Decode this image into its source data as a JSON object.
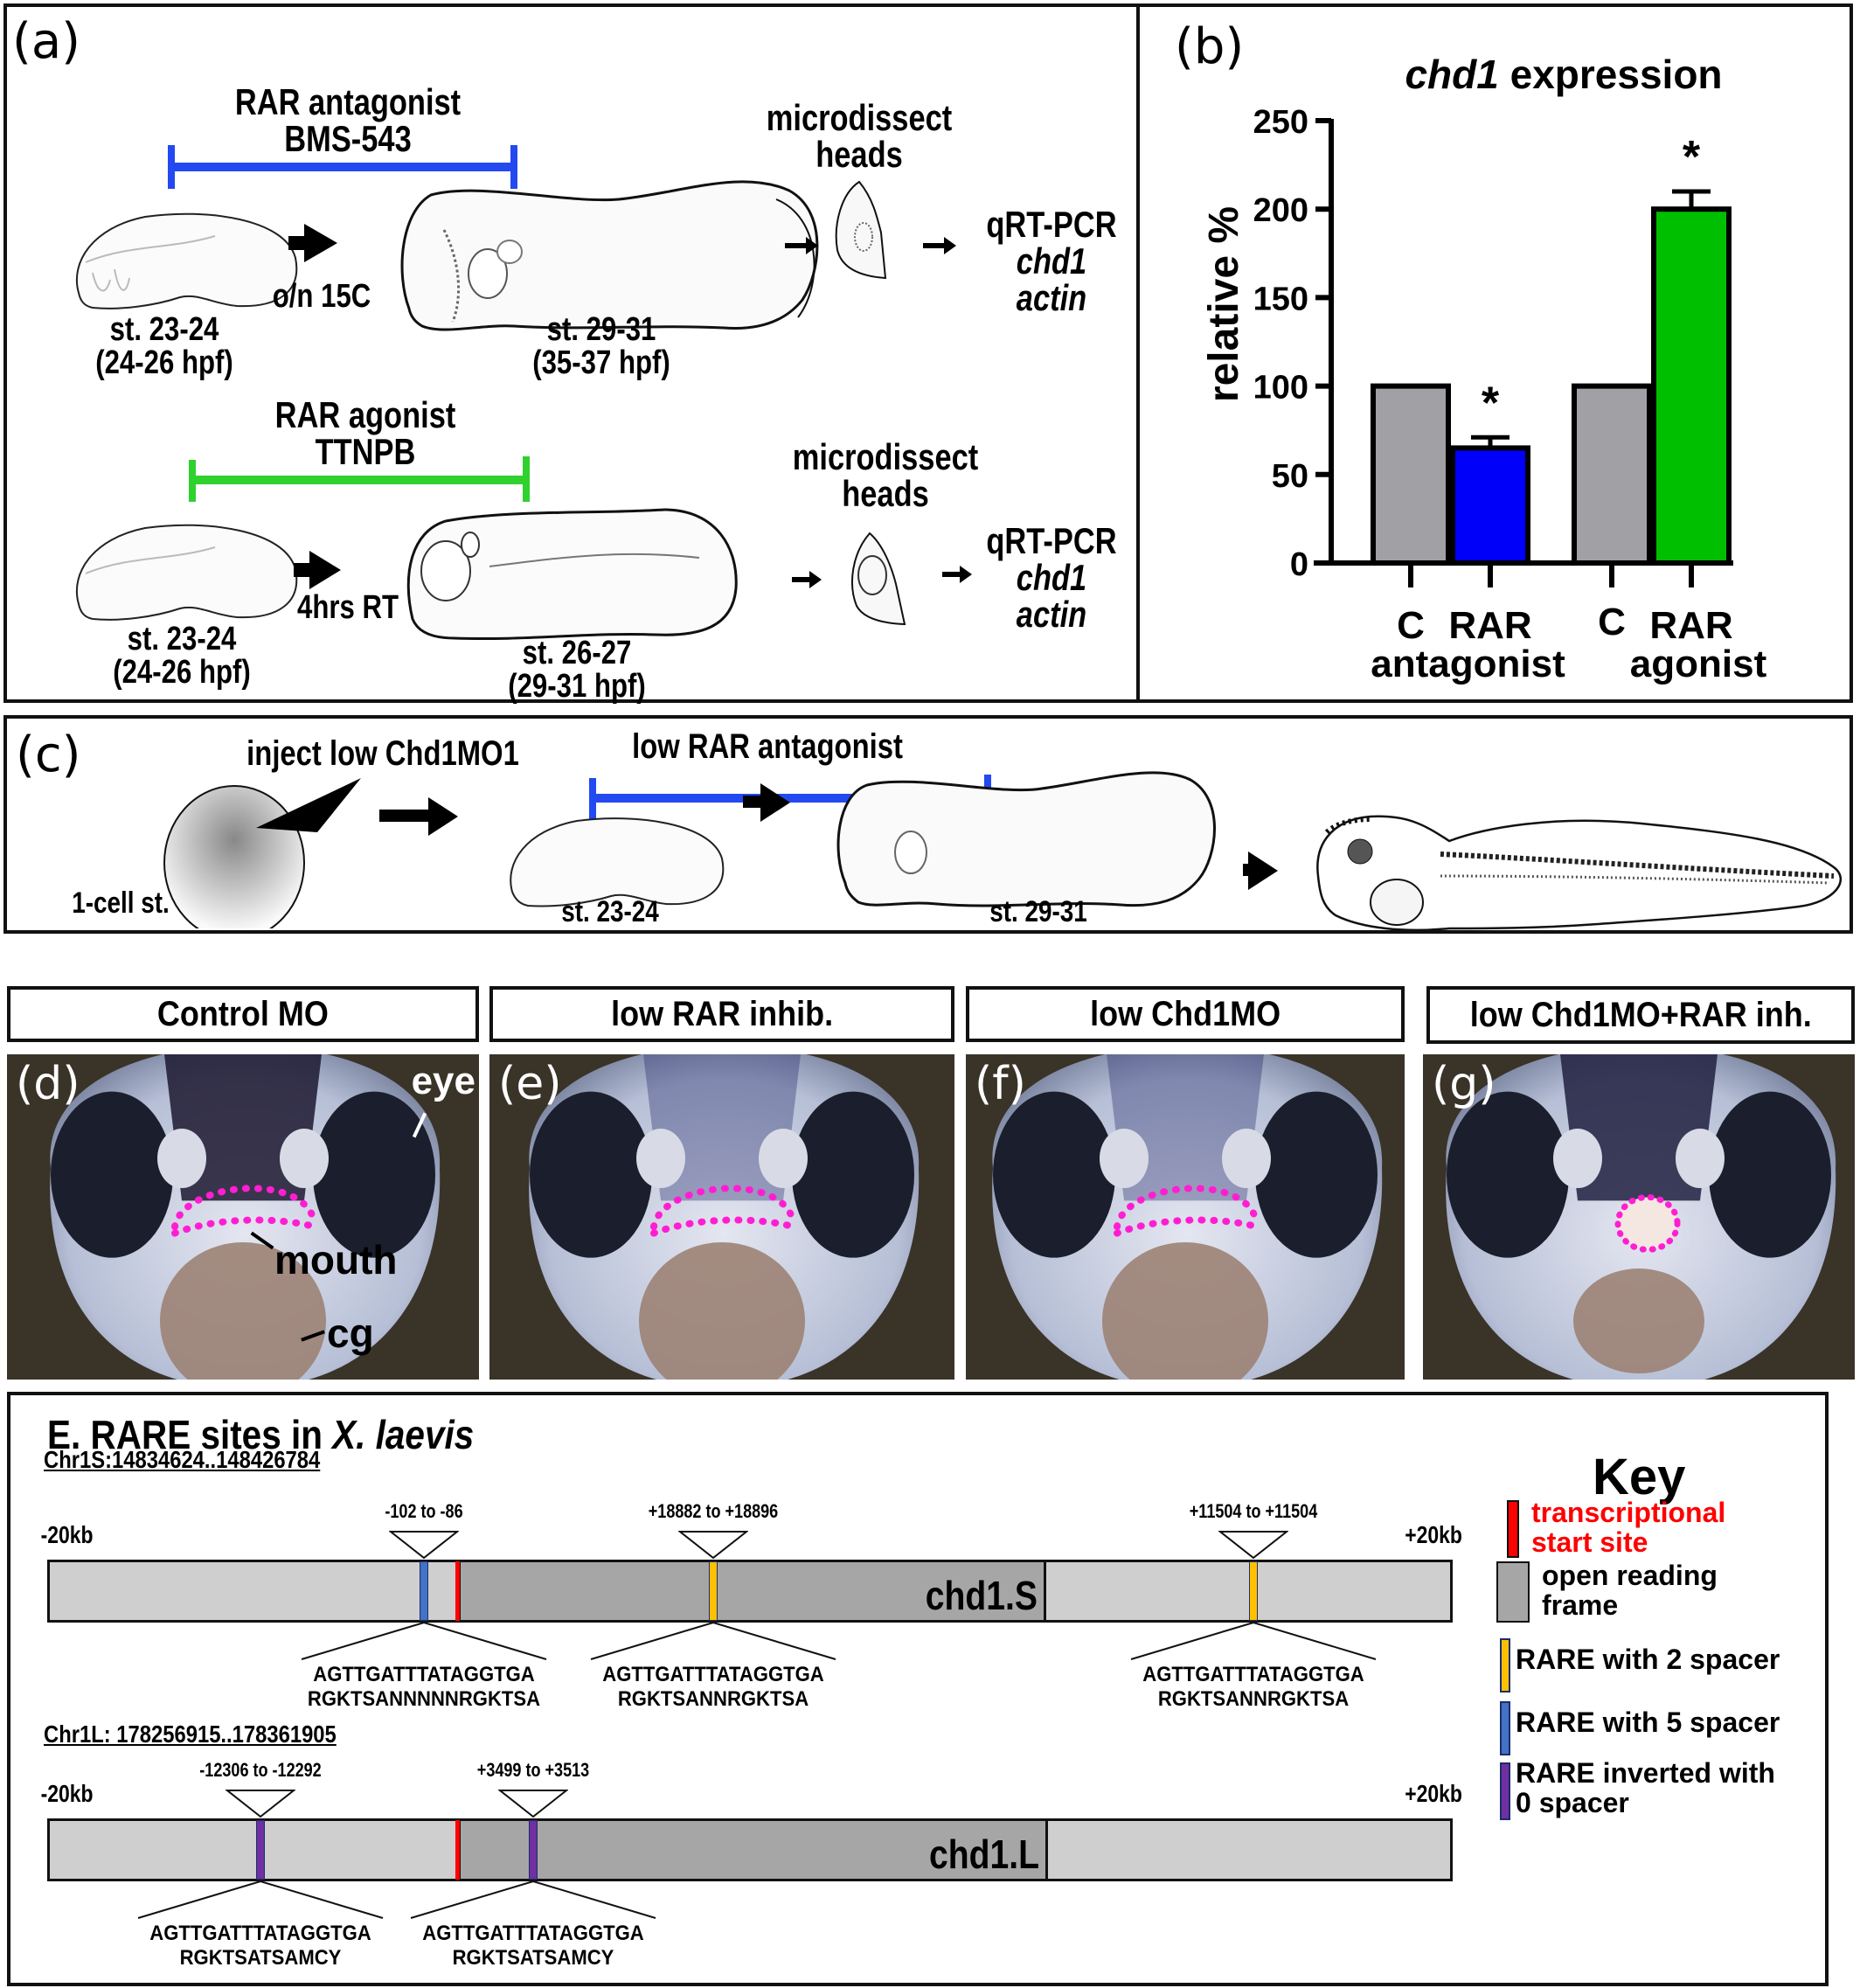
{
  "panel_a": {
    "label": "(a)",
    "top_row": {
      "treatment_title": "RAR antagonist",
      "treatment_drug": "BMS-543",
      "treatment_color": "#2349f0",
      "start_stage": "st. 23-24",
      "start_hpf": "(24-26 hpf)",
      "incubation": "o/n 15C",
      "end_stage": "st. 29-31",
      "end_hpf": "(35-37 hpf)",
      "dissect_line1": "microdissect",
      "dissect_line2": "heads",
      "assay": "qRT-PCR",
      "gene1": "chd1",
      "gene2": "actin"
    },
    "bottom_row": {
      "treatment_title": "RAR agonist",
      "treatment_drug": "TTNPB",
      "treatment_color": "#2fd12f",
      "start_stage": "st. 23-24",
      "start_hpf": "(24-26 hpf)",
      "incubation": "4hrs RT",
      "end_stage": "st. 26-27",
      "end_hpf": "(29-31 hpf)",
      "dissect_line1": "microdissect",
      "dissect_line2": "heads",
      "assay": "qRT-PCR",
      "gene1": "chd1",
      "gene2": "actin"
    }
  },
  "panel_b": {
    "label": "(b)",
    "title_italic": "chd1",
    "title_rest": " expression",
    "group_labels": [
      "antagonist",
      "agonist"
    ]
  },
  "chart_data": {
    "type": "bar",
    "title": "chd1 expression",
    "xlabel": "",
    "ylabel": "relative %",
    "ylim": [
      0,
      250
    ],
    "yticks": [
      0,
      50,
      100,
      150,
      200,
      250
    ],
    "grid": false,
    "categories": [
      "C",
      "RAR antagonist",
      "C",
      "RAR agonist"
    ],
    "category_short": [
      "C",
      "RAR",
      "C",
      "RAR"
    ],
    "values": [
      100,
      65,
      100,
      200
    ],
    "error_upper": [
      0,
      6,
      0,
      10
    ],
    "significance": [
      "",
      "*",
      "",
      "*"
    ],
    "colors": [
      "#a1a1a5",
      "#0000fa",
      "#a1a1a5",
      "#00bf00"
    ]
  },
  "panel_c": {
    "label": "(c)",
    "inject_text": "inject low Chd1MO1",
    "treatment_text": "low RAR antagonist",
    "treatment_color": "#2349f0",
    "stage1": "1-cell st.",
    "stage2": "st. 23-24",
    "stage3": "st. 29-31"
  },
  "photos": [
    {
      "header": "Control MO",
      "letter": "(d)",
      "annotations": [
        "eye",
        "mouth",
        "cg"
      ],
      "mouth_shape": "arc"
    },
    {
      "header": "low RAR inhib.",
      "letter": "(e)",
      "annotations": [],
      "mouth_shape": "arc"
    },
    {
      "header": "low Chd1MO",
      "letter": "(f)",
      "annotations": [],
      "mouth_shape": "arc"
    },
    {
      "header": "low Chd1MO+RAR inh.",
      "letter": "(g)",
      "annotations": [],
      "mouth_shape": "ring"
    }
  ],
  "mouth_outline_color": "#ff1ed2",
  "panel_e": {
    "title_plain": "E. RARE sites  in ",
    "title_italic": "X. laevis",
    "tracks": [
      {
        "chrom": "Chr1S:14834624..148426784",
        "gene": "chd1.S",
        "left_label": "-20kb",
        "right_label": "+20kb",
        "tss_frac": 0.292,
        "orf_start_frac": 0.292,
        "orf_end_frac": 0.711,
        "sites": [
          {
            "range": "-102 to -86",
            "type": "5_spacer",
            "frac": 0.268,
            "seq": "AGTTGATTTATAGGTGA",
            "consensus": "RGKTSANNNNNRGKTSA"
          },
          {
            "range": "+18882 to +18896",
            "type": "2_spacer",
            "frac": 0.474,
            "seq": "AGTTGATTTATAGGTGA",
            "consensus": "RGKTSANNRGKTSA"
          },
          {
            "range": "+11504 to +11504",
            "type": "2_spacer",
            "frac": 0.858,
            "seq": "AGTTGATTTATAGGTGA",
            "consensus": "RGKTSANNRGKTSA"
          }
        ]
      },
      {
        "chrom": "Chr1L: 178256915..178361905",
        "gene": "chd1.L",
        "left_label": "-20kb",
        "right_label": "+20kb",
        "tss_frac": 0.292,
        "orf_start_frac": 0.292,
        "orf_end_frac": 0.712,
        "sites": [
          {
            "range": "-12306 to -12292",
            "type": "inverted_0_spacer",
            "frac": 0.152,
            "seq": "AGTTGATTTATAGGTGA",
            "consensus": "RGKTSATSAMCY"
          },
          {
            "range": "+3499 to +3513",
            "type": "inverted_0_spacer",
            "frac": 0.346,
            "seq": "AGTTGATTTATAGGTGA",
            "consensus": "RGKTSATSAMCY"
          }
        ]
      }
    ],
    "key": {
      "title": "Key",
      "items": [
        {
          "kind": "tss",
          "label_line1": "transcriptional",
          "label_line2": "start site",
          "color": "#ff0000",
          "text_color": "#ff0000"
        },
        {
          "kind": "orf",
          "label_line1": "open reading",
          "label_line2": "frame",
          "color": "#a6a6a6",
          "text_color": "#000000"
        },
        {
          "kind": "2_spacer",
          "label_line1": "RARE with  2 spacer",
          "label_line2": "",
          "color": "#ffc000",
          "text_color": "#000000"
        },
        {
          "kind": "5_spacer",
          "label_line1": "RARE with  5 spacer",
          "label_line2": "",
          "color": "#4472c4",
          "text_color": "#000000"
        },
        {
          "kind": "inverted_0_spacer",
          "label_line1": "RARE inverted with",
          "label_line2": "0 spacer",
          "color": "#7030a0",
          "text_color": "#000000"
        }
      ]
    },
    "colors": {
      "flank": "#d0cfd0",
      "orf": "#a6a6a6",
      "tss": "#ff0000",
      "2_spacer": "#ffc000",
      "5_spacer": "#4472c4",
      "inverted_0_spacer": "#7030a0"
    }
  }
}
